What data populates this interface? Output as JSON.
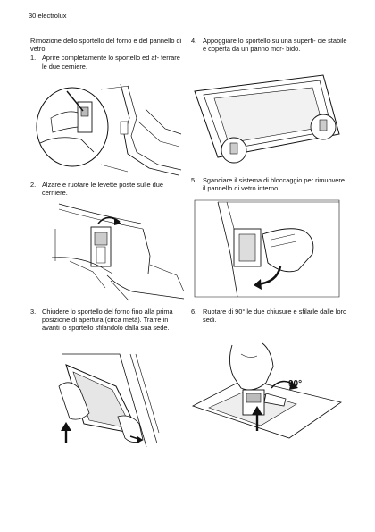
{
  "header": {
    "page_number": "30",
    "brand": "electrolux"
  },
  "left_column": {
    "section_title": "Rimozione dello sportello del forno e del pannello di vetro",
    "steps": [
      {
        "num": "1.",
        "text": "Aprire completamente lo sportello ed af- ferrare le due cerniere."
      },
      {
        "num": "2.",
        "text": "Alzare e ruotare le levette poste sulle due cerniere."
      },
      {
        "num": "3.",
        "text": "Chiudere lo sportello del forno fino alla prima posizione di apertura (circa metà). Trarre in avanti lo sportello sfilandolo dalla sua sede."
      }
    ]
  },
  "right_column": {
    "steps": [
      {
        "num": "4.",
        "text": "Appoggiare lo sportello su una superfi- cie stabile e coperta da un panno mor- bido."
      },
      {
        "num": "5.",
        "text": "Sganciare il sistema di bloccaggio per rimuovere il pannello di vetro interno."
      },
      {
        "num": "6.",
        "text": "Ruotare di 90° le due chiusure e sfilarle dalle loro sedi."
      }
    ]
  },
  "figures": {
    "fig6_angle_label": "90°"
  }
}
